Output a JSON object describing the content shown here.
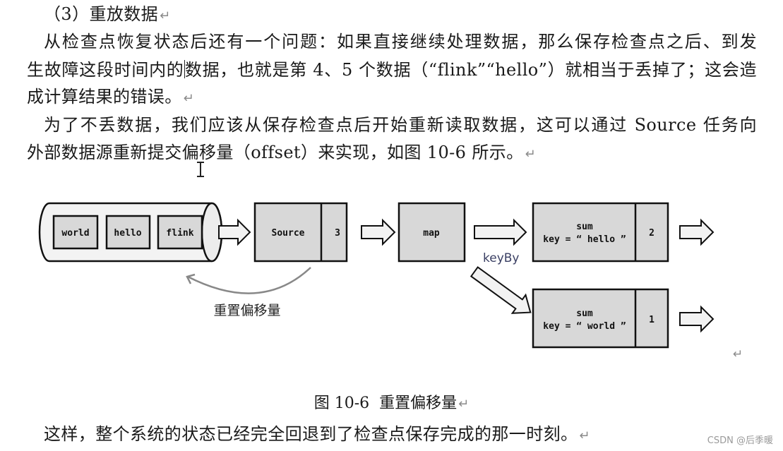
{
  "document": {
    "heading": "（3）重放数据",
    "para1": {
      "line1": "从检查点恢复状态后还有一个问题：如果直接继续处理数据，那么保存检查点之后、到发",
      "line2a": "生故障这段时间内的",
      "line2b": "数据，也就是第 4、5 个数据（“flink”“hello”）就相当于丢掉了；这会造",
      "line3": "成计算结果的错误。"
    },
    "para2": {
      "line1": "为了不丢数据，我们应该从保存检查点后开始重新读取数据，这可以通过 Source 任务向",
      "line2": "外部数据源重新提交偏移量（offset）来实现，如图 10-6 所示。"
    },
    "caption": "图 10-6  重置偏移量",
    "para3": "这样，整个系统的状态已经完全回退到了检查点保存完成的那一时刻。",
    "return_mark": "↵",
    "watermark": "CSDN @后季暖"
  },
  "figure": {
    "queue_items": [
      "world",
      "hello",
      "flink"
    ],
    "source": {
      "label": "Source",
      "value": "3"
    },
    "map": {
      "label": "map"
    },
    "edge_label": "keyBy",
    "sum_hello": {
      "line1": "sum",
      "line2": "key = “ hello ”",
      "value": "2"
    },
    "sum_world": {
      "line1": "sum",
      "line2": "key = “ world ”",
      "value": "1"
    },
    "reset_label": "重置偏移量"
  },
  "colors": {
    "box_fill": "#d8d8d8",
    "arrow_fill": "#f2f2f2",
    "queue_fill": "#f3f3f3",
    "stroke": "#111111",
    "curve": "#888888",
    "keyby_text": "#3a3f63"
  }
}
